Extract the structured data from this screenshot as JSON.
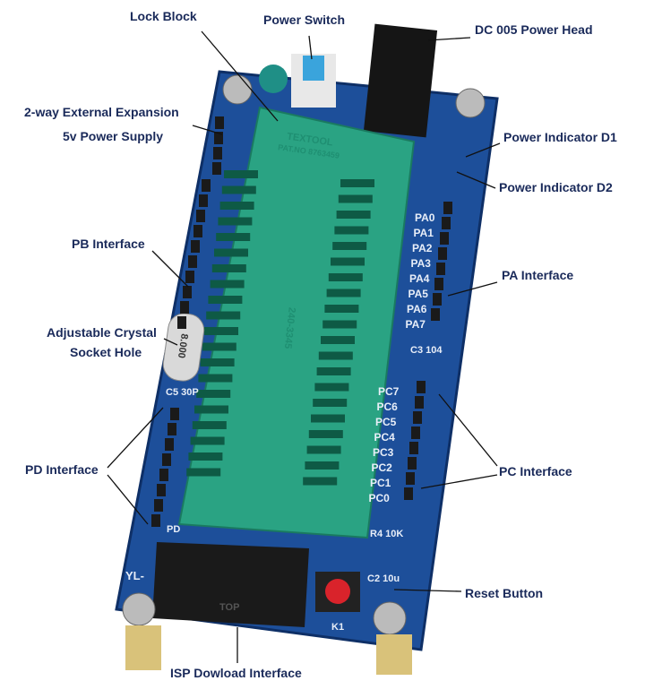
{
  "labels": {
    "lock_block": "Lock Block",
    "power_switch": "Power Switch",
    "dc_head": "DC 005 Power Head",
    "expansion_1": "2-way External Expansion",
    "expansion_2": "5v Power Supply",
    "indicator_d1": "Power Indicator D1",
    "indicator_d2": "Power Indicator D2",
    "pb": "PB Interface",
    "pa": "PA Interface",
    "crystal_1": "Adjustable Crystal",
    "crystal_2": "Socket Hole",
    "pd": "PD Interface",
    "pc": "PC Interface",
    "reset": "Reset Button",
    "isp": "ISP Dowload Interface"
  },
  "board": {
    "socket_brand": "TEXTOOL",
    "socket_patent": "PAT.NO 8763459",
    "socket_part": "240-3345",
    "crystal": "8.000",
    "pa_pins": [
      "PA0",
      "PA1",
      "PA2",
      "PA3",
      "PA4",
      "PA5",
      "PA6",
      "PA7"
    ],
    "pc_pins": [
      "PC7",
      "PC6",
      "PC5",
      "PC4",
      "PC3",
      "PC2",
      "PC1",
      "PC0"
    ],
    "r4": "R4 10K",
    "c2": "C2 10u",
    "c3": "C3 104",
    "c5": "C5 30P",
    "k1": "K1",
    "model": "YL-",
    "pd": "PD",
    "top": "TOP"
  },
  "colors": {
    "pcb": "#1d4f9a",
    "socket": "#2aa383",
    "label": "#1a2a5a"
  }
}
